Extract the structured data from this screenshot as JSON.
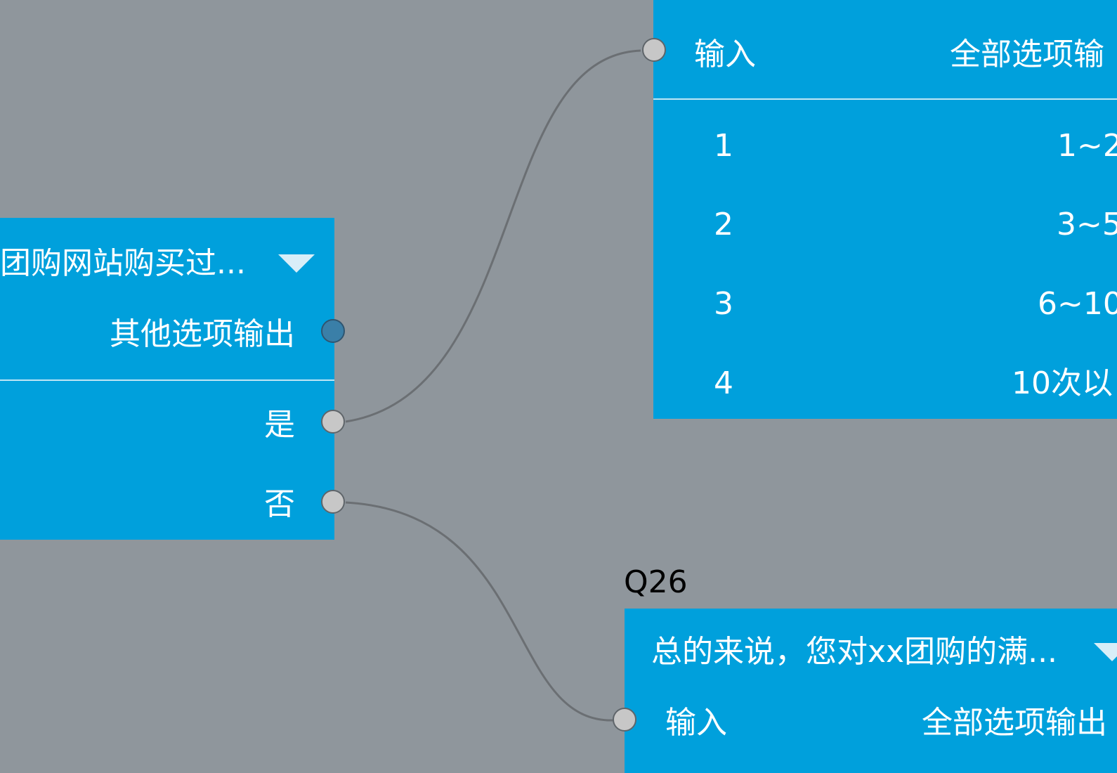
{
  "left_node": {
    "title": "团购网站购买过...",
    "other_output_label": "其他选项输出",
    "options": [
      "是",
      "否"
    ]
  },
  "right_top_node": {
    "input_label": "输入",
    "all_output_label": "全部选项输",
    "rows": [
      {
        "index": "1",
        "value": "1~2"
      },
      {
        "index": "2",
        "value": "3~5"
      },
      {
        "index": "3",
        "value": "6~10"
      },
      {
        "index": "4",
        "value": "10次以"
      }
    ]
  },
  "q26_node": {
    "id_label": "Q26",
    "title": "总的来说，您对xx团购的满...",
    "input_label": "输入",
    "all_output_label": "全部选项输出"
  },
  "colors": {
    "canvas": "#8f969c",
    "node": "#00a0dc",
    "wire": "#6b6f73",
    "port": "#c7c7c7"
  },
  "icons": [
    "dropdown-triangle-icon",
    "connection-port-icon"
  ]
}
